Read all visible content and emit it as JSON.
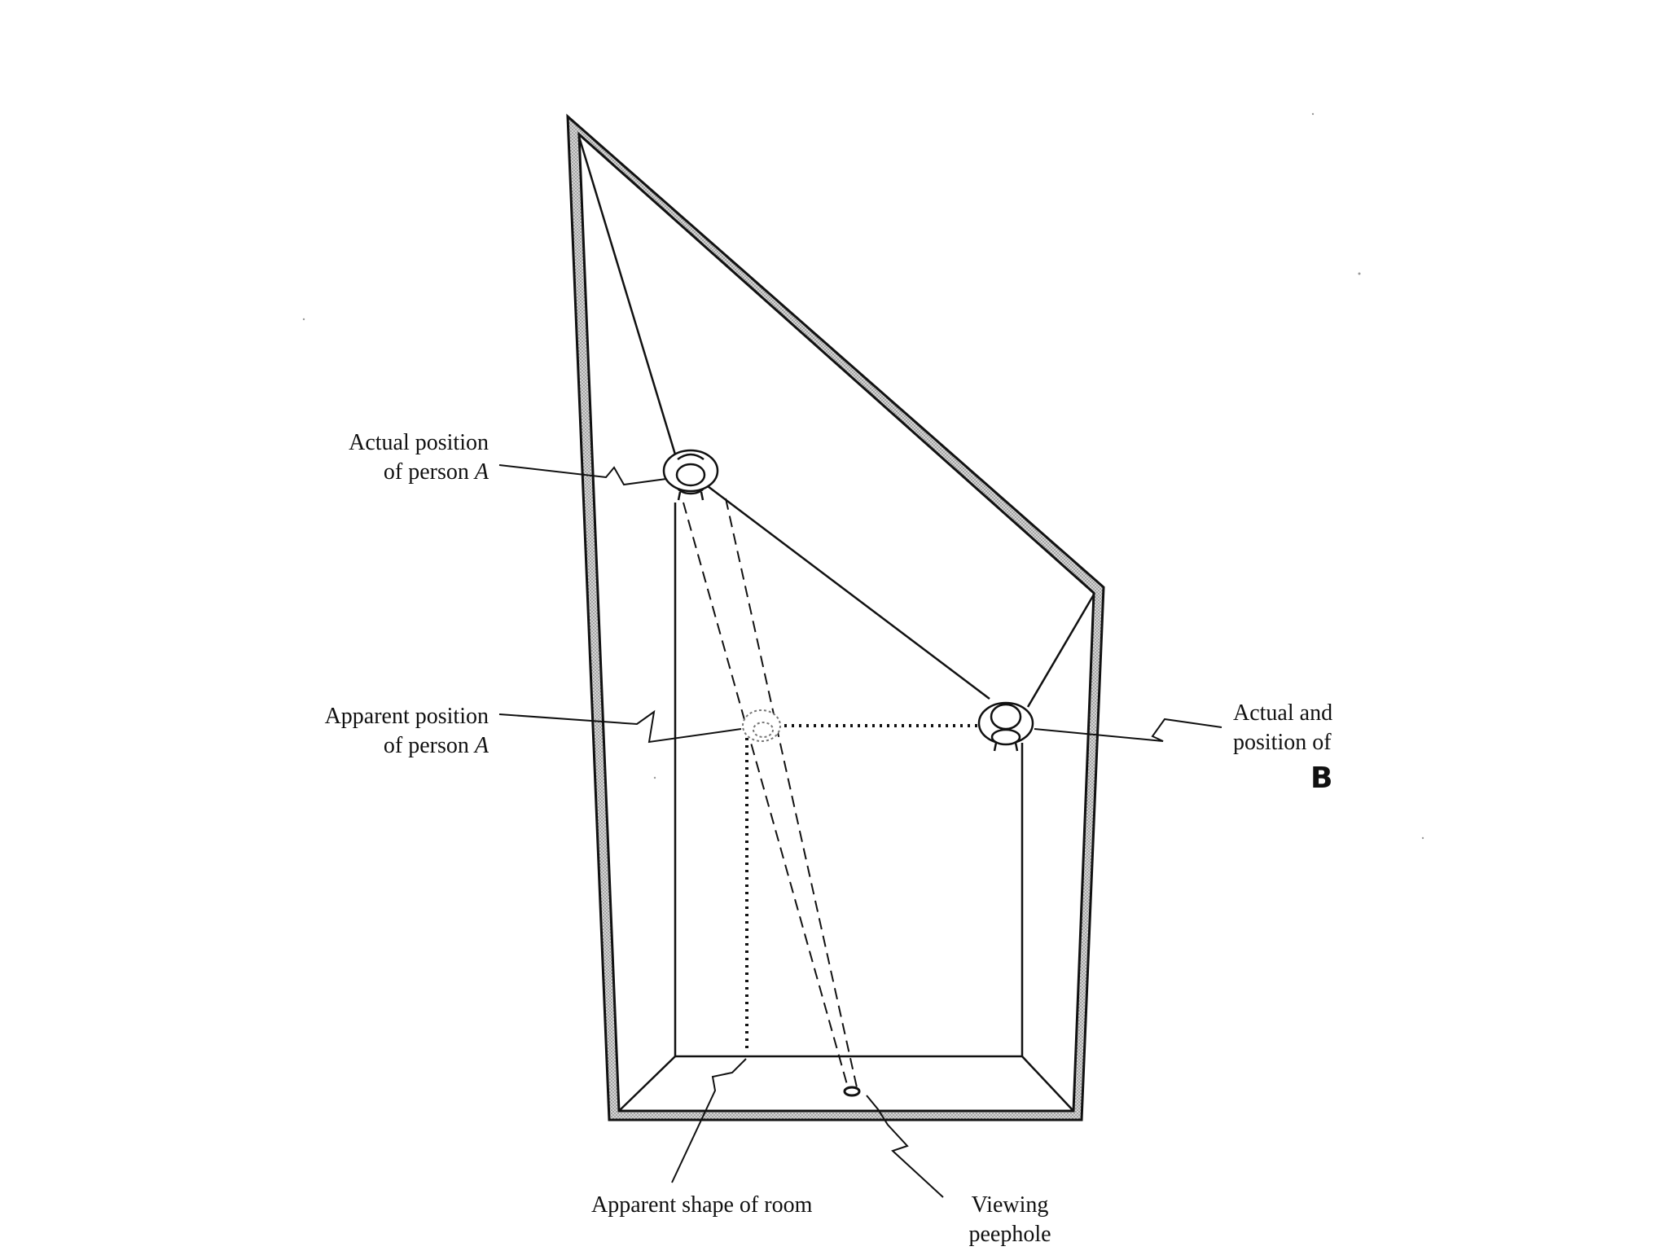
{
  "labels": {
    "actual_a": {
      "line1": "Actual position",
      "line2": "of person",
      "letter": "A"
    },
    "apparent_a": {
      "line1": "Apparent position",
      "line2": "of person",
      "letter": "A"
    },
    "actual_b": {
      "line1": "Actual and",
      "line2": "position of",
      "line3": "B"
    },
    "apparent_room": {
      "text": "Apparent shape of room"
    },
    "peephole": {
      "line1": "Viewing",
      "line2": "peephole"
    }
  },
  "colors": {
    "ink": "#111111",
    "wall_fill": "#bdbdbd",
    "background": "#ffffff"
  }
}
